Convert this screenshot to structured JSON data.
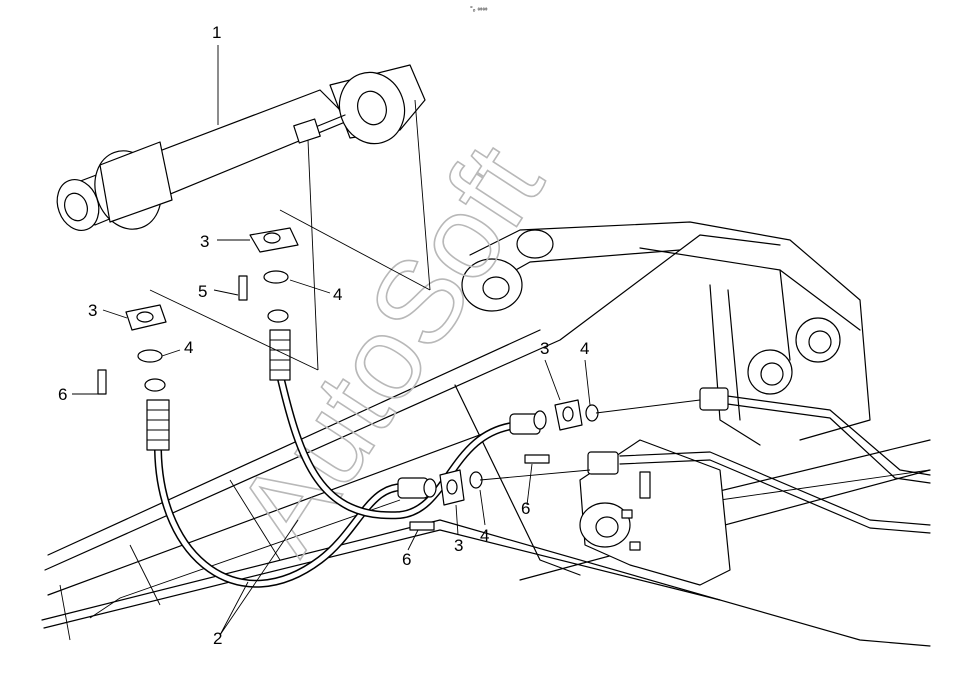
{
  "header": {
    "marker": "°ₒ ∞∞"
  },
  "watermark": {
    "text": "AutoSoft"
  },
  "callouts": [
    {
      "id": "c1",
      "label": "1"
    },
    {
      "id": "c2",
      "label": "2"
    },
    {
      "id": "c3a",
      "label": "3"
    },
    {
      "id": "c3b",
      "label": "3"
    },
    {
      "id": "c3c",
      "label": "3"
    },
    {
      "id": "c3d",
      "label": "3"
    },
    {
      "id": "c4a",
      "label": "4"
    },
    {
      "id": "c4b",
      "label": "4"
    },
    {
      "id": "c4c",
      "label": "4"
    },
    {
      "id": "c4d",
      "label": "4"
    },
    {
      "id": "c5",
      "label": "5"
    },
    {
      "id": "c6a",
      "label": "6"
    },
    {
      "id": "c6b",
      "label": "6"
    },
    {
      "id": "c6c",
      "label": "6"
    }
  ]
}
